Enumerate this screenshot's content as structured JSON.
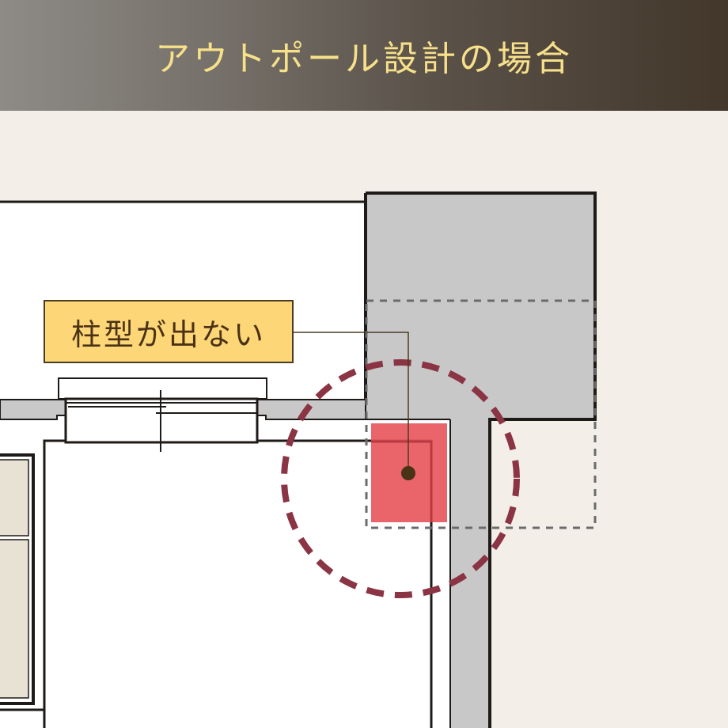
{
  "header": {
    "title": "アウトポール設計の場合"
  },
  "callout": {
    "label": "柱型が出ない"
  },
  "colors": {
    "header_gradient_start": "#8e8b86",
    "header_gradient_end": "#43372b",
    "title_text": "#f6e08a",
    "background": "#f3efe8",
    "room_floor": "#ffffff",
    "wall_fill": "#c9c8c8",
    "wall_stroke": "#1e1a17",
    "column_highlight": "#e8545a",
    "circle_dashed": "#8a3444",
    "dashed_box": "#6b6b6b",
    "label_fill": "#fdd677",
    "label_text": "#4a3216",
    "leader_line": "#4a3b22",
    "cabinet_fill": "#e8e2d4"
  },
  "icons": {
    "marker_dot": "filled-circle",
    "highlight_ring": "dashed-circle"
  }
}
